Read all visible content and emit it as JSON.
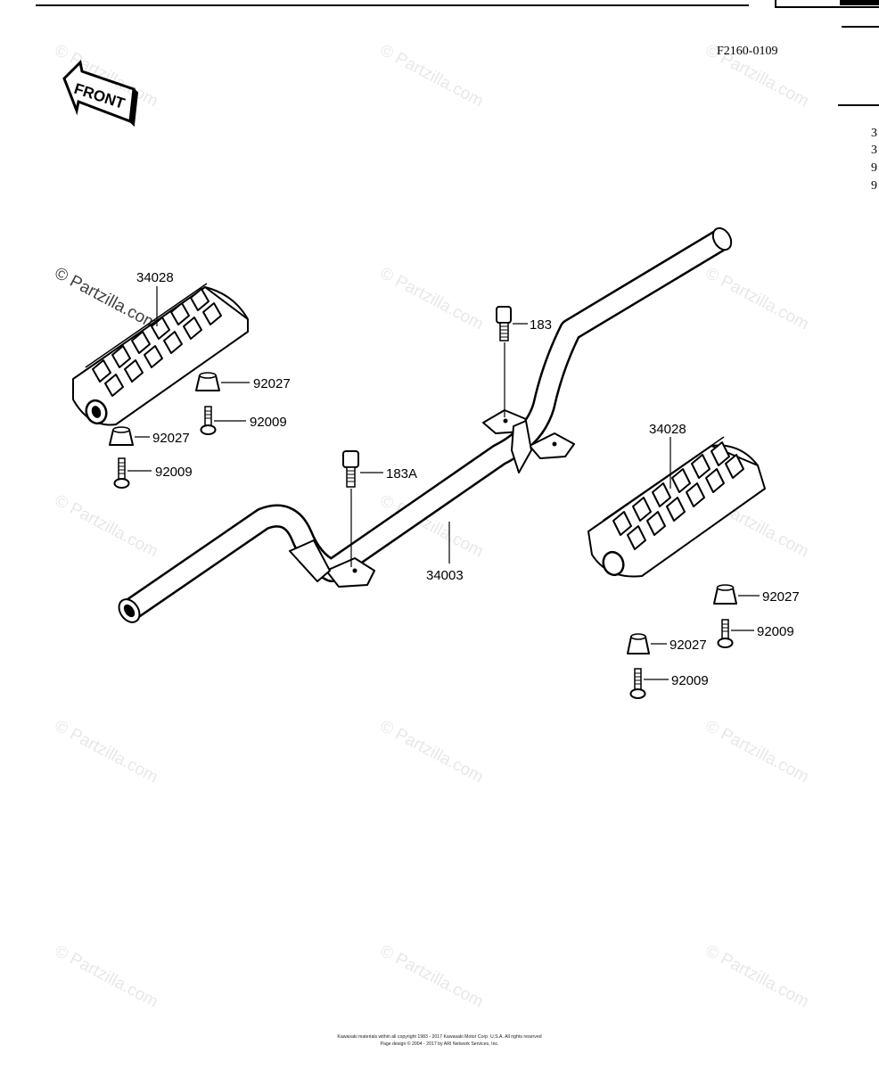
{
  "header": {
    "figure_code": "F2160-0109",
    "front_label": "FRONT",
    "right_margin_chars": [
      "3",
      "3",
      "9",
      "9"
    ]
  },
  "callouts": {
    "footpeg_left": "34028",
    "footpeg_right": "34028",
    "bar": "34003",
    "bolt_183": "183",
    "bolt_183a": "183A",
    "left_bush_upper": "92027",
    "left_pin_upper": "92009",
    "left_bush_lower": "92027",
    "left_pin_lower": "92009",
    "right_bush_upper": "92027",
    "right_pin_upper": "92009",
    "right_bush_lower": "92027",
    "right_pin_lower": "92009"
  },
  "watermarks": {
    "text": "© Partzilla.com"
  },
  "footer": {
    "line1": "Kawasaki materials within all copyright 1983 - 2017 Kawasaki Motor Corp. U.S.A. All rights reserved",
    "line2": "Page design © 2004 - 2017 by ARI Network Services, Inc."
  }
}
